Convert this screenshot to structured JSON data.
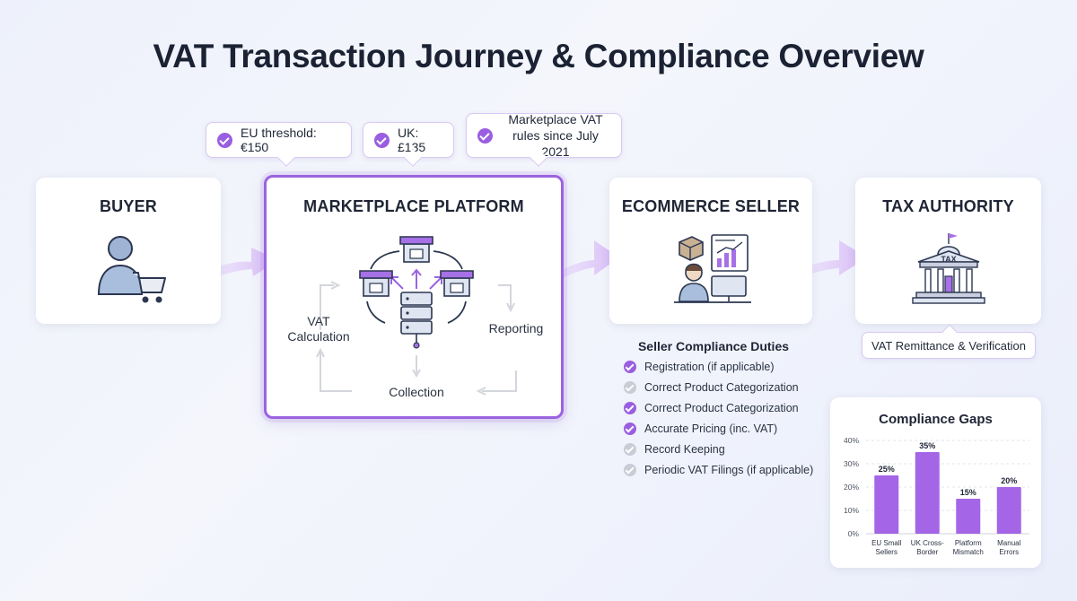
{
  "title": "VAT Transaction Journey & Compliance Overview",
  "callouts": [
    {
      "text": "EU threshold: €150"
    },
    {
      "text": "UK: £135"
    },
    {
      "line1": "Marketplace VAT",
      "line2": "rules since July 2021"
    }
  ],
  "cards": {
    "buyer": "BUYER",
    "platform": "MARKETPLACE PLATFORM",
    "seller": "ECOMMERCE SELLER",
    "tax": "TAX AUTHORITY"
  },
  "platform_cycle": {
    "vat_calc_1": "VAT",
    "vat_calc_2": "Calculation",
    "reporting": "Reporting",
    "collection": "Collection"
  },
  "tax_building_label": "TAX",
  "duties": {
    "title": "Seller Compliance Duties",
    "items": [
      {
        "label": "Registration (if applicable)",
        "status": "checked"
      },
      {
        "label": "Correct Product Categorization",
        "status": "unchecked"
      },
      {
        "label": "Correct Product Categorization",
        "status": "checked"
      },
      {
        "label": "Accurate Pricing (inc. VAT)",
        "status": "checked"
      },
      {
        "label": "Record Keeping",
        "status": "unchecked"
      },
      {
        "label": "Periodic VAT Filings (if applicable)",
        "status": "unchecked"
      }
    ]
  },
  "remittance": "VAT Remittance & Verification",
  "colors": {
    "accent": "#9b63e0",
    "bar": "#a466e6",
    "check_off": "#c9ccd5"
  },
  "chart_data": {
    "type": "bar",
    "title": "Compliance Gaps",
    "categories": [
      [
        "EU Small",
        "Sellers"
      ],
      [
        "UK Cross-",
        "Border"
      ],
      [
        "Platform",
        "Mismatch"
      ],
      [
        "Manual",
        "Errors"
      ]
    ],
    "values": [
      25,
      35,
      15,
      20
    ],
    "value_labels": [
      "25%",
      "35%",
      "15%",
      "20%"
    ],
    "ylim": [
      0,
      40
    ],
    "yticks": [
      "0%",
      "10%",
      "20%",
      "30%",
      "40%"
    ],
    "grid": true
  }
}
